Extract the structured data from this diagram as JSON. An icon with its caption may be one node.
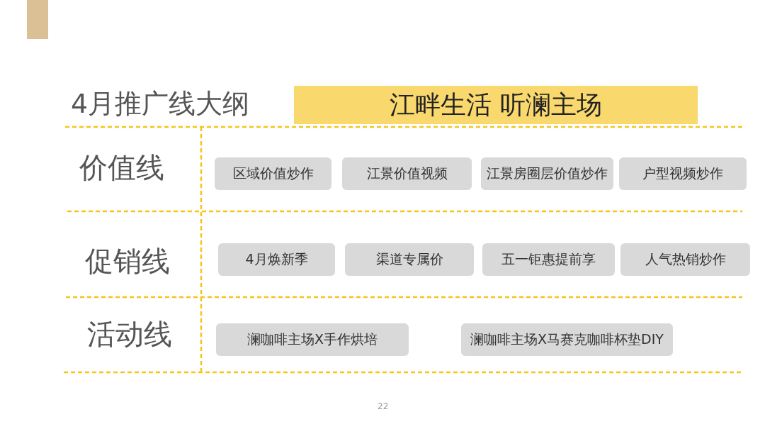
{
  "diagram": {
    "title": "4月推广线大纲",
    "nodes": [
      {
        "text": [
          "江畔生活 听澜主场"
        ]
      },
      {
        "text": [
          "区域价值炒作"
        ]
      },
      {
        "text": [
          "江景价值视频"
        ]
      },
      {
        "text": [
          "江景房圈层价值炒作"
        ]
      },
      {
        "text": [
          "户型视频炒作"
        ]
      },
      {
        "text": [
          "4月焕新季"
        ]
      },
      {
        "text": [
          "渠道专属价"
        ]
      },
      {
        "text": [
          "五一钜惠提前享"
        ]
      },
      {
        "text": [
          "人气热销炒作"
        ]
      },
      {
        "text": [
          "澜咖啡主场X手作烘培"
        ]
      },
      {
        "text": [
          "澜咖啡主场X马赛克咖啡杯垫DIY"
        ]
      }
    ],
    "labels": [
      "价值线",
      "促销线",
      "活动线",
      "22"
    ]
  }
}
